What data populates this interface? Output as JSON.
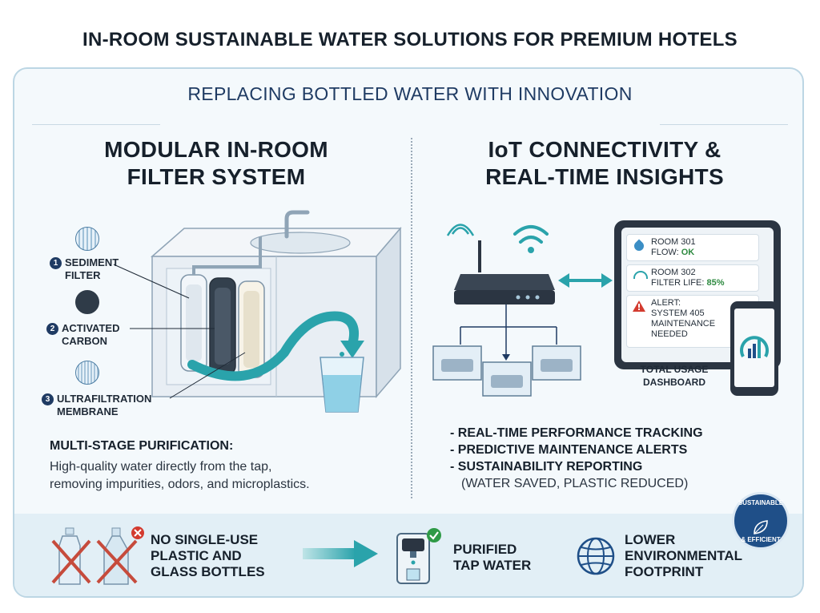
{
  "title": "IN-ROOM SUSTAINABLE WATER SOLUTIONS FOR PREMIUM HOTELS",
  "subtitle": "REPLACING BOTTLED WATER WITH INNOVATION",
  "left": {
    "heading_line1": "MODULAR IN-ROOM",
    "heading_line2": "FILTER SYSTEM",
    "stages": [
      {
        "num": "1",
        "line1": "SEDIMENT",
        "line2": "FILTER",
        "icon": "sediment-filter-icon"
      },
      {
        "num": "2",
        "line1": "ACTIVATED",
        "line2": "CARBON",
        "icon": "carbon-filter-icon"
      },
      {
        "num": "3",
        "line1": "ULTRAFILTRATION",
        "line2": "MEMBRANE",
        "icon": "membrane-filter-icon"
      }
    ],
    "desc_title": "MULTI-STAGE PURIFICATION:",
    "desc_line1": "High-quality water directly from the tap,",
    "desc_line2": "removing impurities, odors, and microplastics."
  },
  "right": {
    "heading_line1": "IoT CONNECTIVITY &",
    "heading_line2": "REAL-TIME INSIGHTS",
    "cards": [
      {
        "line1": "ROOM 301",
        "line2_prefix": "FLOW: ",
        "line2_value": "OK",
        "icon": "water-drop-icon"
      },
      {
        "line1": "ROOM 302",
        "line2_prefix": "FILTER LIFE: ",
        "line2_value": "85%",
        "icon": "gauge-icon"
      },
      {
        "line1": "ALERT:",
        "line2": "SYSTEM 405",
        "line3": "MAINTENANCE",
        "line4": "NEEDED",
        "icon": "warning-icon"
      }
    ],
    "dashboard_line1": "TOTAL USAGE",
    "dashboard_line2": "DASHBOARD",
    "bullets": [
      "- REAL-TIME PERFORMANCE TRACKING",
      "- PREDICTIVE MAINTENANCE ALERTS",
      "- SUSTAINABILITY REPORTING"
    ],
    "bullet_note": "(WATER SAVED, PLASTIC REDUCED)"
  },
  "bottom": {
    "no_bottles_line1": "NO SINGLE-USE",
    "no_bottles_line2": "PLASTIC AND",
    "no_bottles_line3": "GLASS BOTTLES",
    "tap_line1": "PURIFIED",
    "tap_line2": "TAP WATER",
    "footprint_line1": "LOWER",
    "footprint_line2": "ENVIRONMENTAL",
    "footprint_line3": "FOOTPRINT"
  },
  "badge": {
    "line1": "SUSTAINABLE",
    "line2": "& EFFICIENT"
  },
  "colors": {
    "teal": "#2aa3ab",
    "navy": "#1f3b63",
    "ok_green": "#2e8a40",
    "alert_red": "#d33b2f",
    "band": "#e2eff6"
  }
}
